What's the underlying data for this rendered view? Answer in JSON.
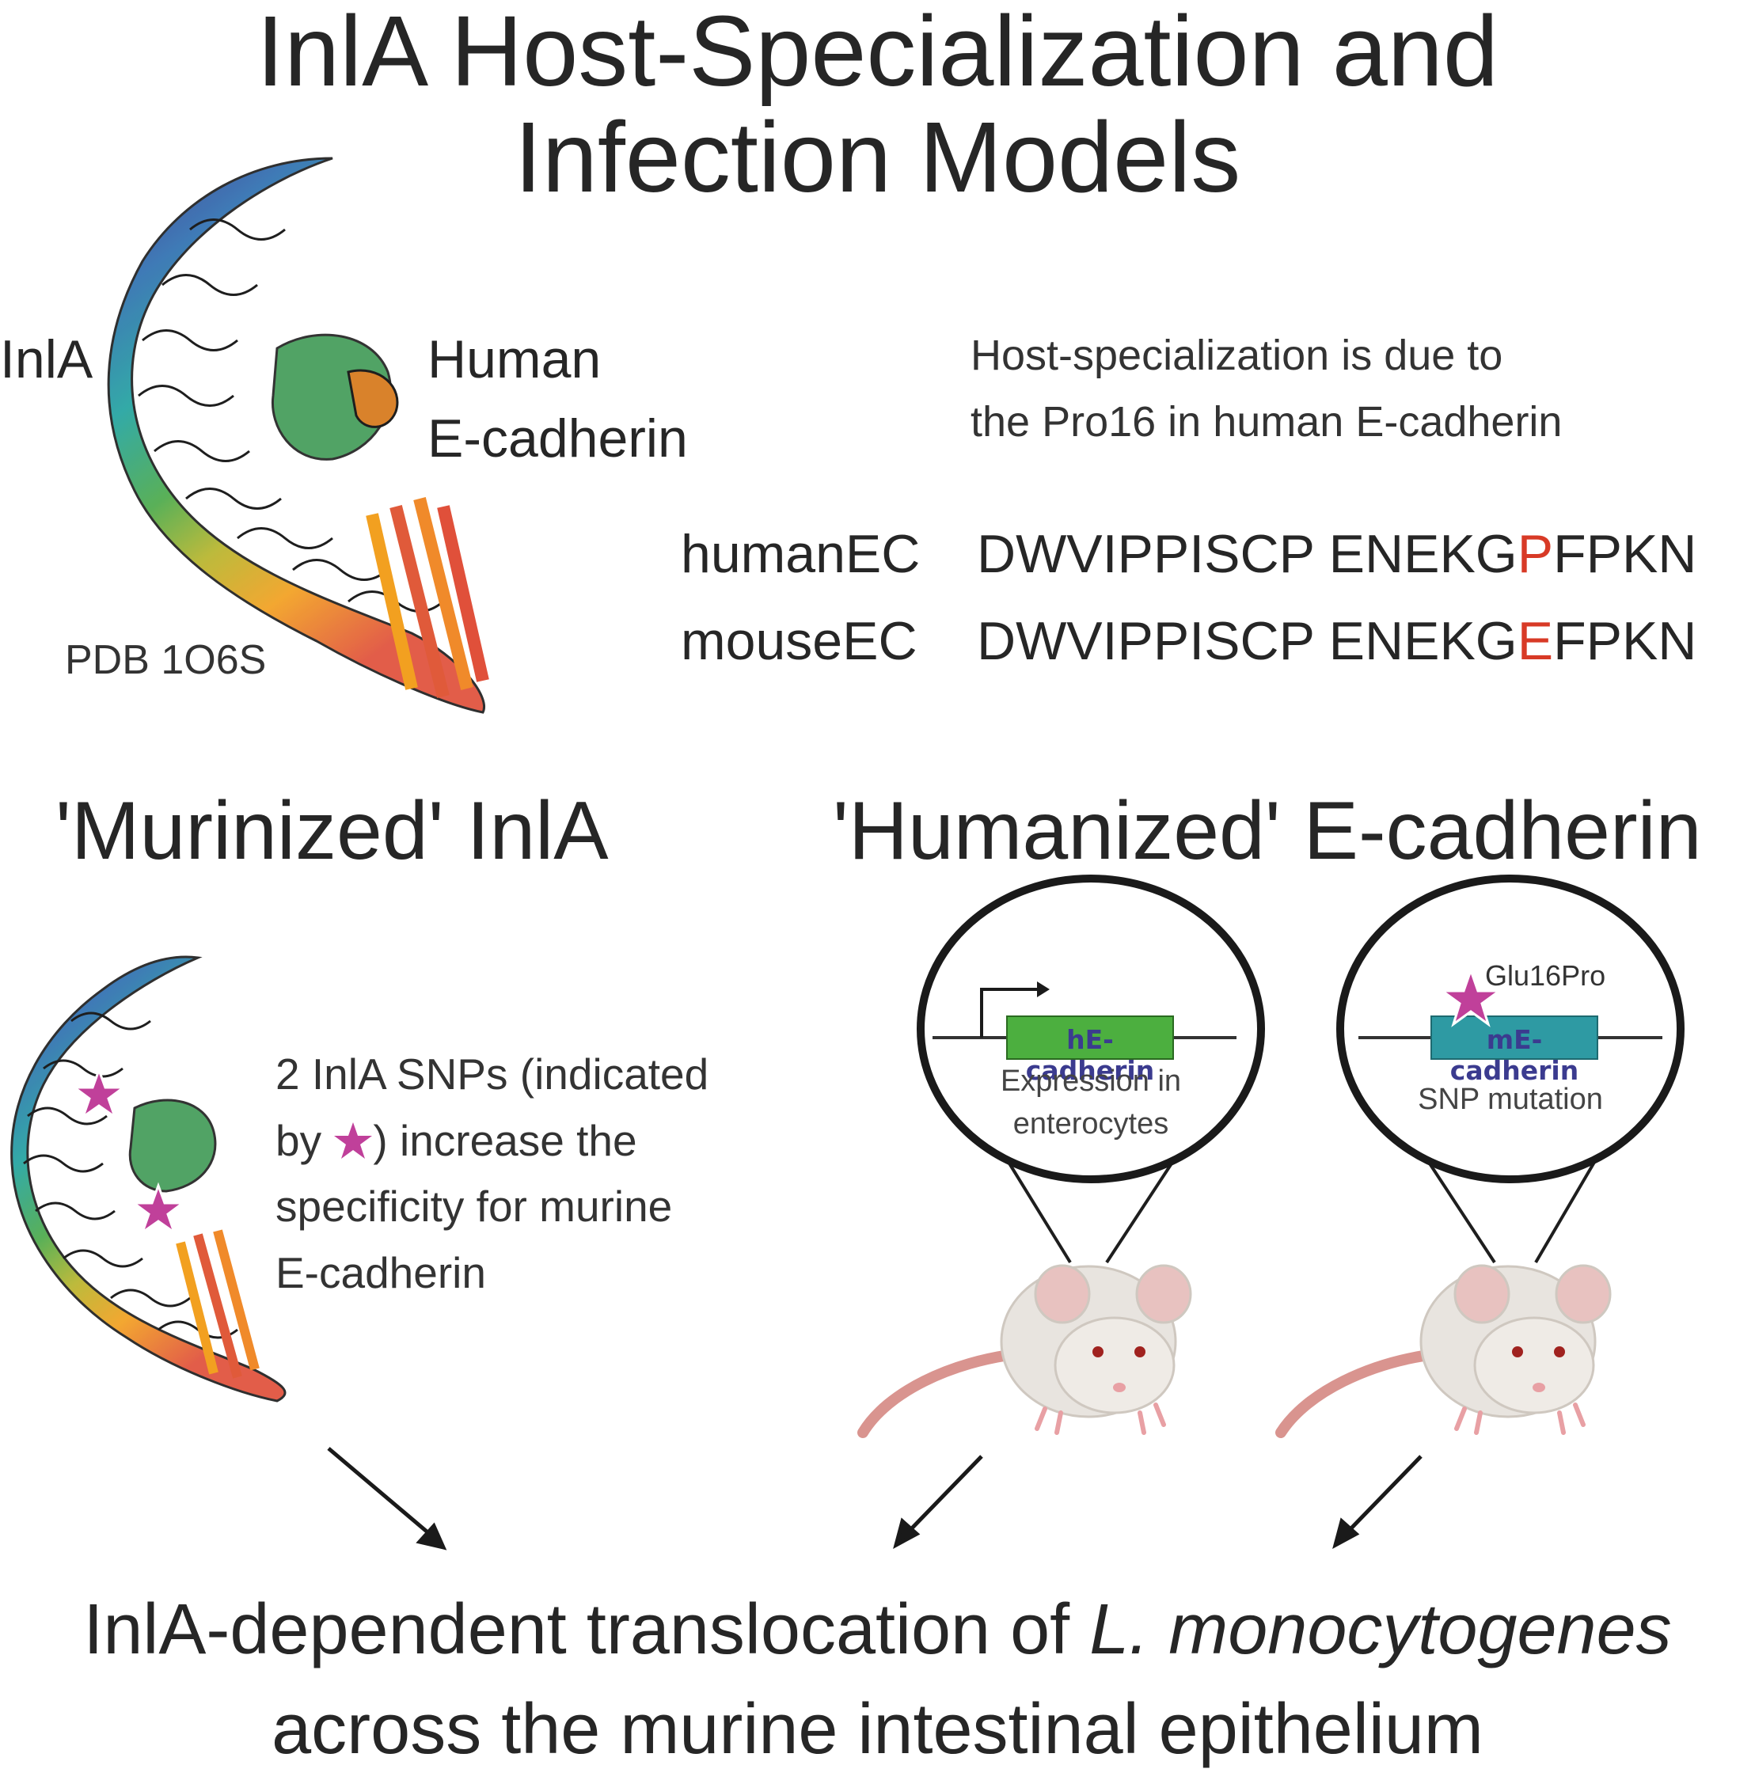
{
  "title": {
    "line1": "InlA Host-Specialization and",
    "line2": "Infection Models"
  },
  "structure": {
    "inla_label": "InlA",
    "partner_label_line1": "Human",
    "partner_label_line2": "E-cadherin",
    "pdb_label": "PDB 1O6S"
  },
  "explanation": {
    "line1": "Host-specialization is due to",
    "line2": "the Pro16 in human E-cadherin"
  },
  "alignment": {
    "human": {
      "name": "humanEC",
      "prefix": "DWVIPPISCP ENEKG",
      "residue": "P",
      "suffix": "FPKN"
    },
    "mouse": {
      "name": "mouseEC",
      "prefix": "DWVIPPISCP ENEKG",
      "residue": "E",
      "suffix": "FPKN"
    }
  },
  "murinized": {
    "heading": "'Murinized' InlA",
    "text_line1": "2 InlA SNPs (indicated",
    "text_line2_pre": "by",
    "text_line2_post": ") increase the",
    "text_line3": "specificity for murine",
    "text_line4": "E-cadherin"
  },
  "humanized": {
    "heading": "'Humanized' E-cadherin",
    "model1": {
      "gene": "hE-cadherin",
      "caption_line1": "Expression in",
      "caption_line2": "enterocytes"
    },
    "model2": {
      "gene": "mE-cadherin",
      "mutation": "Glu16Pro",
      "caption": "SNP mutation"
    }
  },
  "conclusion": {
    "line1_pre": "InlA-dependent translocation of ",
    "line1_italic": "L. monocytogenes",
    "line2": "across the murine intestinal epithelium"
  },
  "colors": {
    "highlight_residue": "#d83a26",
    "star": "#c0409a",
    "hE_box": "#4caf3f",
    "mE_box": "#2e9aa3",
    "gene_text": "#3b3b8f",
    "mouse_body": "#e8e4df",
    "mouse_tail": "#d9948f"
  }
}
